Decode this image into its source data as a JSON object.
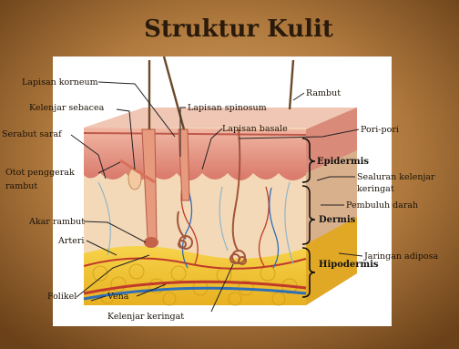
{
  "title": "Struktur Kulit",
  "labels": {
    "lapisan_korneum": "Lapisan korneum",
    "kelenjar_sebacea": "Kelenjar sebacea",
    "serabut_saraf": "Serabut saraf",
    "otot_penggerak_rambut_1": "Otot penggerak",
    "otot_penggerak_rambut_2": "rambut",
    "akar_rambut": "Akar rambut",
    "arteri": "Arteri",
    "folikel": "Folikel",
    "vena": "Vena",
    "kelenjar_keringat": "Kelenjar keringat",
    "lapisan_spinosum": "Lapisan spinosum",
    "rambut": "Rambut",
    "lapisan_basale": "Lapisan basale",
    "pori_pori": "Pori-pori",
    "epidermis": "Epidermis",
    "saluran_kelenjar_1": "Sealuran kelenjar",
    "saluran_kelenjar_2": "keringat",
    "pembuluh_darah": "Pembuluh darah",
    "dermis": "Dermis",
    "jaringan_adiposa": "Jaringan adiposa",
    "hipodermis": "Hipodermis"
  },
  "colors": {
    "background": "#8b5a2b",
    "panel": "#ffffff",
    "epidermis": "#e8a08a",
    "dermis": "#f3d9b8",
    "hypodermis": "#f2c43a",
    "artery": "#c0392b",
    "vein": "#2e6fb8"
  }
}
